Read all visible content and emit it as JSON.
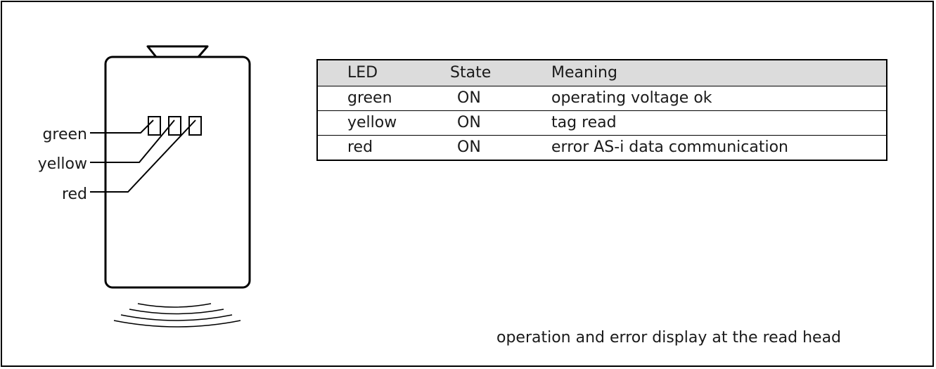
{
  "led_labels": {
    "green": "green",
    "yellow": "yellow",
    "red": "red"
  },
  "table": {
    "headers": [
      "LED",
      "State",
      "Meaning"
    ],
    "rows": [
      {
        "led": "green",
        "state": "ON",
        "meaning": "operating voltage ok"
      },
      {
        "led": "yellow",
        "state": "ON",
        "meaning": "tag read"
      },
      {
        "led": "red",
        "state": "ON",
        "meaning": "error AS-i data communication"
      }
    ]
  },
  "caption": "operation and error display at the read head",
  "colors": {
    "line": "#000000",
    "text": "#1a1a1a",
    "header_background": "#dcdcdc"
  }
}
